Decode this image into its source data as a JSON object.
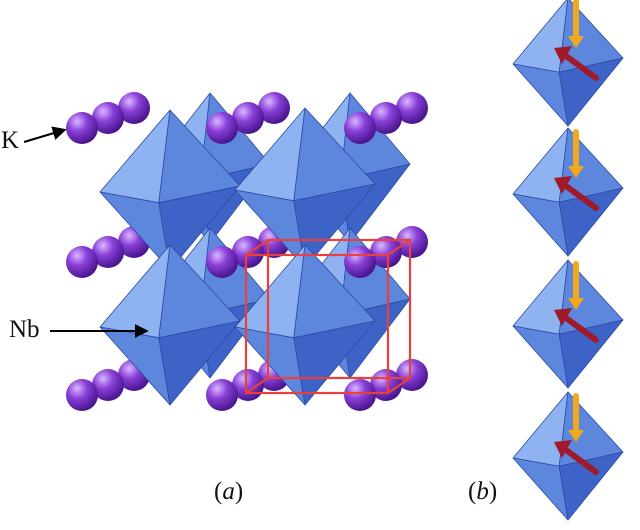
{
  "labels": {
    "k": "K",
    "nb": "Nb"
  },
  "captions": {
    "a": {
      "open": "(",
      "letter": "a",
      "close": ")"
    },
    "b": {
      "open": "(",
      "letter": "b",
      "close": ")"
    }
  },
  "colors": {
    "octahedron_face_light": "#8fb3f0",
    "octahedron_face_mid": "#5d86dd",
    "octahedron_face_dark": "#3e63c6",
    "octahedron_edge": "#2c4aa8",
    "potassium_atom": "#8a3fd8",
    "unit_cell": "#e8403c",
    "arrow_orange": "#f2a81d",
    "arrow_red": "#a01a2a",
    "pointer": "#000000"
  },
  "icons": {
    "potassium": "sphere-chain",
    "niobium": "octahedron"
  }
}
